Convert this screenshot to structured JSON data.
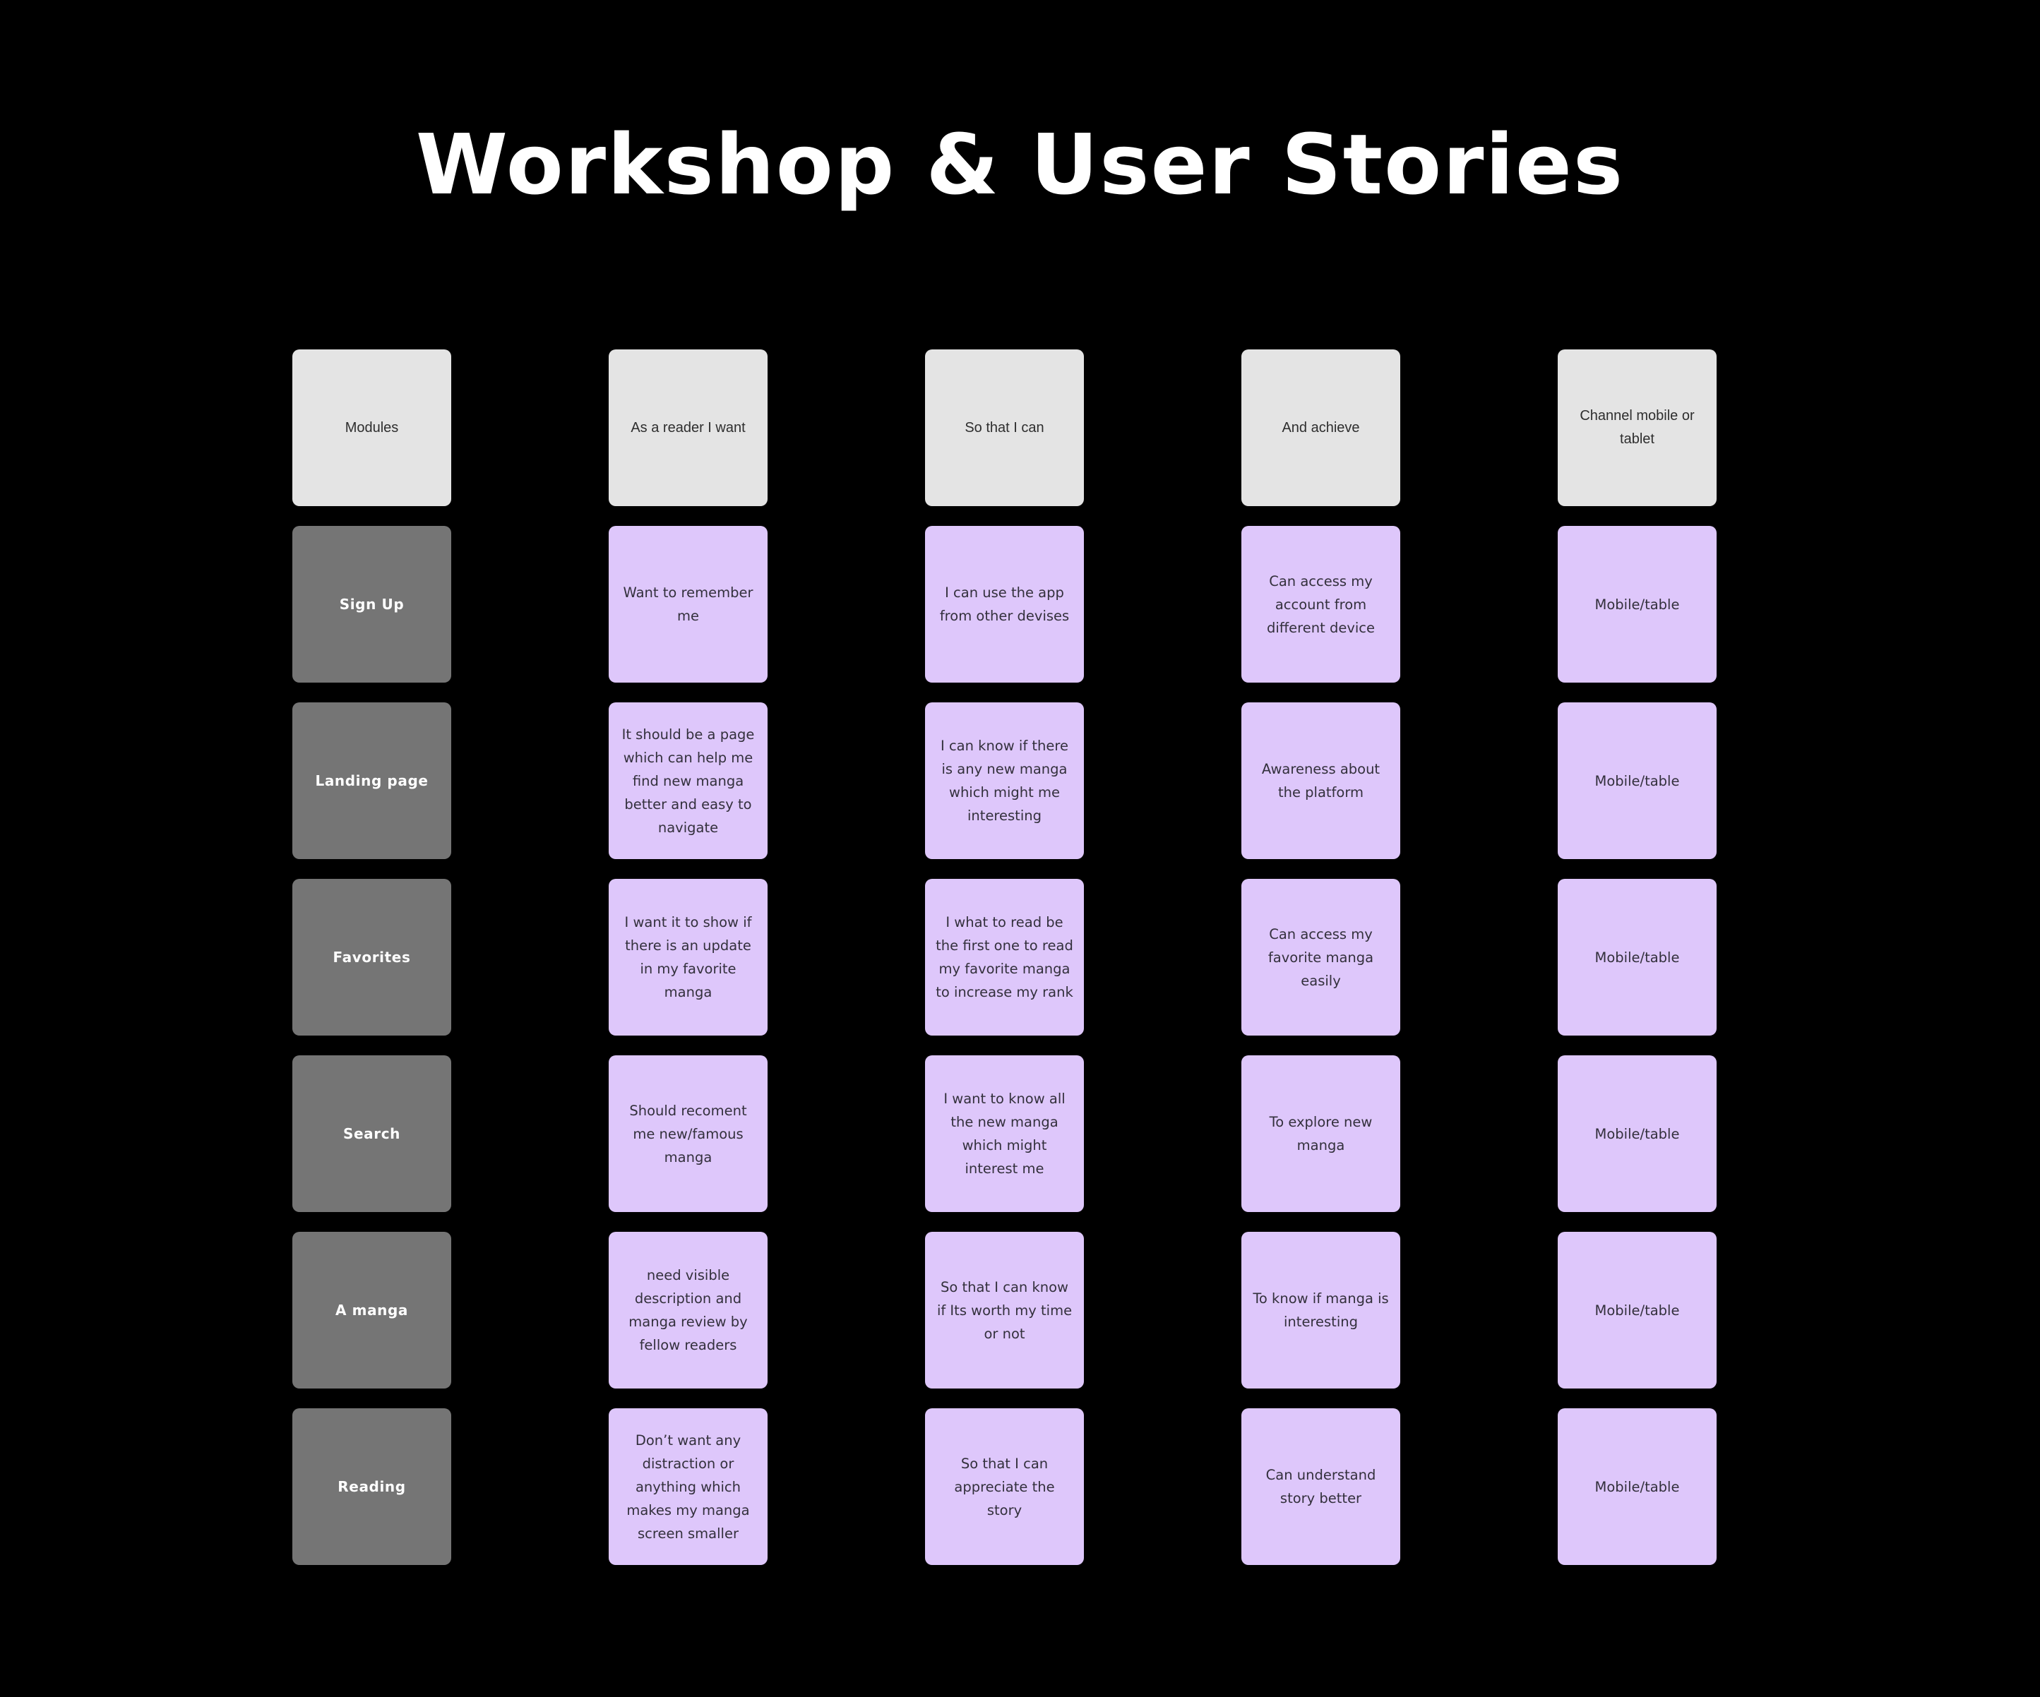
{
  "page": {
    "title": "Workshop & User Stories",
    "background_color": "#000000"
  },
  "colors": {
    "background": "#000000",
    "title_text": "#ffffff",
    "header_card_bg": "#e4e4e4",
    "header_card_text": "#2e2e2e",
    "module_card_bg": "#757575",
    "module_card_text": "#ffffff",
    "story_card_bg": "#dec7fb",
    "story_card_text": "#33303c"
  },
  "headers": [
    {
      "label": "Modules"
    },
    {
      "label": "As a reader I want"
    },
    {
      "label": "So that I can"
    },
    {
      "label": "And achieve"
    },
    {
      "label": "Channel mobile or tablet"
    }
  ],
  "rows": [
    {
      "module": "Sign Up",
      "as_a_reader_i_want": "Want to remember me",
      "so_that_i_can": "I can use the app from other devises",
      "and_achieve": "Can access my account from different device",
      "channel": "Mobile/table"
    },
    {
      "module": "Landing page",
      "as_a_reader_i_want": "It should be a page which can help me find new manga better and easy to navigate",
      "so_that_i_can": "I can know if there is any new manga which might me interesting",
      "and_achieve": "Awareness about the platform",
      "channel": "Mobile/table"
    },
    {
      "module": "Favorites",
      "as_a_reader_i_want": "I want it to show if there is an update in my favorite manga",
      "so_that_i_can": "I what to read be the first one to read my favorite manga to increase my rank",
      "and_achieve": "Can access my favorite manga easily",
      "channel": "Mobile/table"
    },
    {
      "module": "Search",
      "as_a_reader_i_want": "Should recoment me new/famous manga",
      "so_that_i_can": "I want to know all the new manga which might interest me",
      "and_achieve": "To explore new manga",
      "channel": "Mobile/table"
    },
    {
      "module": "A manga",
      "as_a_reader_i_want": "need visible description and manga review by fellow readers",
      "so_that_i_can": "So that I can know if Its worth my time or not",
      "and_achieve": "To know if manga is interesting",
      "channel": "Mobile/table"
    },
    {
      "module": "Reading",
      "as_a_reader_i_want": "Don’t want any distraction or anything which makes my manga screen smaller",
      "so_that_i_can": "So that I can appreciate the story",
      "and_achieve": "Can understand story better",
      "channel": "Mobile/table"
    }
  ]
}
